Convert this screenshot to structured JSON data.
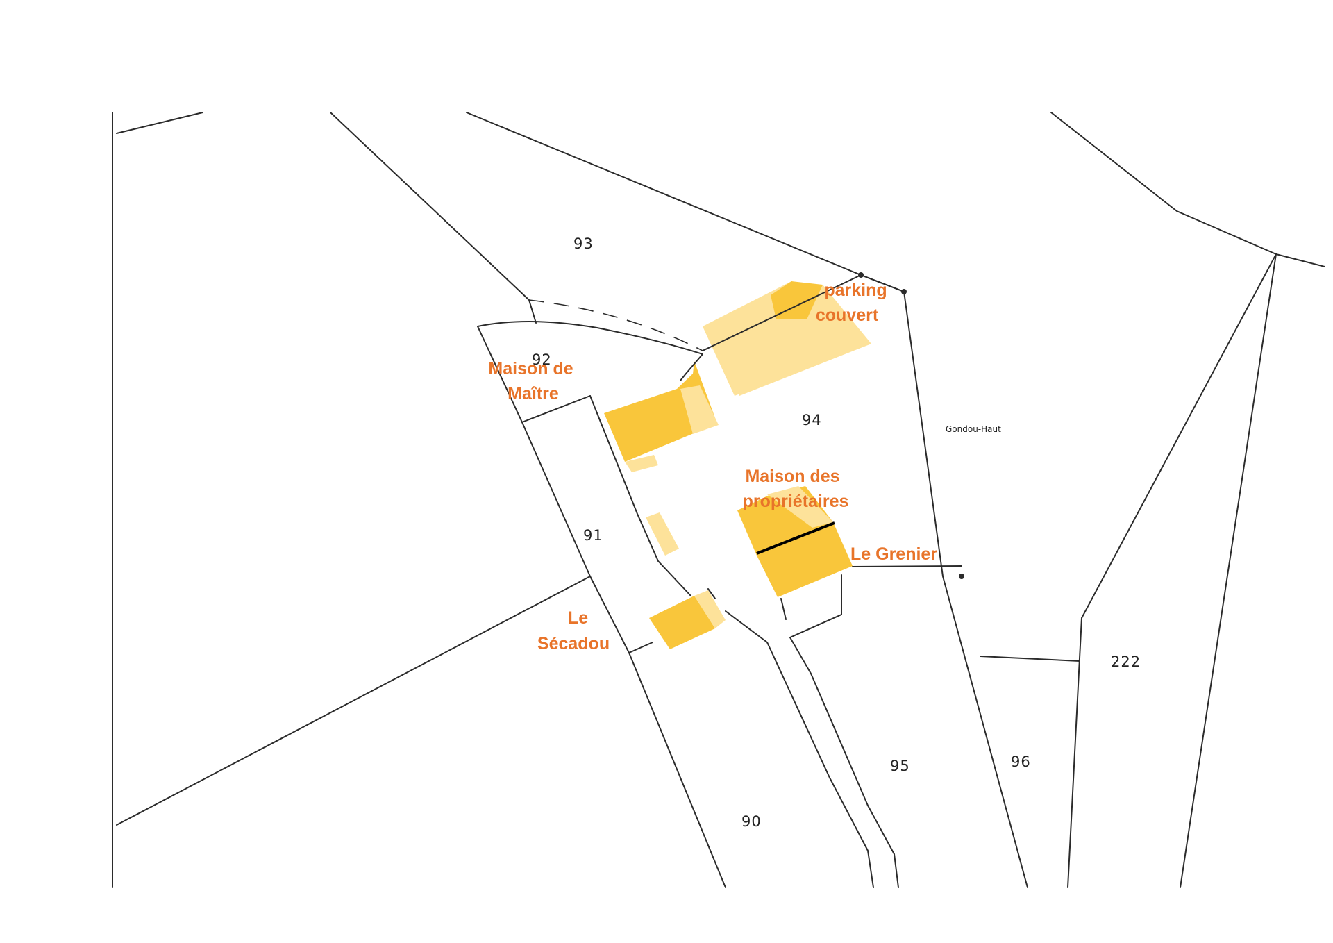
{
  "parcels": [
    {
      "id": "93",
      "label": "93"
    },
    {
      "id": "92",
      "label": "92"
    },
    {
      "id": "94",
      "label": "94"
    },
    {
      "id": "91",
      "label": "91"
    },
    {
      "id": "90",
      "label": "90"
    },
    {
      "id": "95",
      "label": "95"
    },
    {
      "id": "96",
      "label": "96"
    },
    {
      "id": "222",
      "label": "222"
    }
  ],
  "place_name": "Gondou-Haut",
  "buildings": [
    {
      "id": "maison-de-maitre",
      "lines": [
        "Maison de",
        "Maître"
      ]
    },
    {
      "id": "parking-couvert",
      "lines": [
        "parking",
        "couvert"
      ]
    },
    {
      "id": "maison-des-proprietaires",
      "lines": [
        "Maison des",
        "propriétaires"
      ]
    },
    {
      "id": "le-grenier",
      "lines": [
        "Le Grenier"
      ]
    },
    {
      "id": "le-secadou",
      "lines": [
        "Le",
        "Sécadou"
      ]
    }
  ],
  "colors": {
    "label_orange": "#e8742a",
    "building_dark": "#f9c63b",
    "building_light": "#fde29a",
    "line": "#2b2b2b"
  }
}
